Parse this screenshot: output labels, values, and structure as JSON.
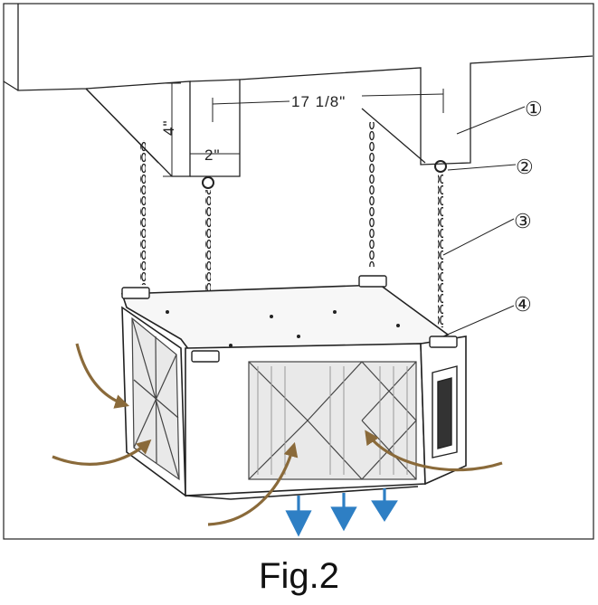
{
  "caption": "Fig.2",
  "dimensions": {
    "horizontal_span": "17 1/8\"",
    "drop_height": "4\"",
    "edge_offset": "2\""
  },
  "callouts": [
    "①",
    "②",
    "③",
    "④"
  ],
  "colors": {
    "line": "#1f1f1f",
    "intake_arrow": "#8a6a3a",
    "exhaust_arrow": "#2e7fc4",
    "filter_panel": "#9a9a9a"
  }
}
